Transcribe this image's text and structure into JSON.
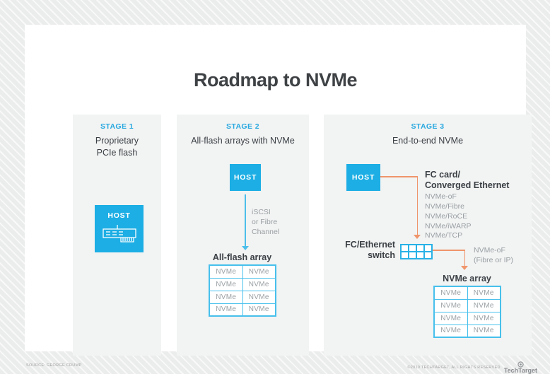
{
  "title": "Roadmap to NVMe",
  "accent_colors": {
    "blue": "#1caee4",
    "light_blue_border": "#47c0ec",
    "orange": "#f0956b"
  },
  "stage1": {
    "label": "STAGE 1",
    "caption": "Proprietary PCIe flash",
    "host_label": "HOST"
  },
  "stage2": {
    "label": "STAGE 2",
    "caption": "All-flash arrays with NVMe",
    "host_label": "HOST",
    "connection_lines": [
      "iSCSI",
      "or Fibre",
      "Channel"
    ],
    "array_title": "All-flash array",
    "table": [
      [
        "NVMe",
        "NVMe"
      ],
      [
        "NVMe",
        "NVMe"
      ],
      [
        "NVMe",
        "NVMe"
      ],
      [
        "NVMe",
        "NVMe"
      ]
    ]
  },
  "stage3": {
    "label": "STAGE 3",
    "caption": "End-to-end NVMe",
    "host_label": "HOST",
    "adapter_title_line1": "FC card/",
    "adapter_title_line2": "Converged Ethernet",
    "protocols": [
      "NVMe-oF",
      "NVMe/Fibre",
      "NVMe/RoCE",
      "NVMe/iWARP",
      "NVMe/TCP"
    ],
    "switch_label_line1": "FC/Ethernet",
    "switch_label_line2": "switch",
    "fabric_lines": [
      "NVMe-oF",
      "(Fibre or IP)"
    ],
    "array_title": "NVMe array",
    "table": [
      [
        "NVMe",
        "NVMe"
      ],
      [
        "NVMe",
        "NVMe"
      ],
      [
        "NVMe",
        "NVMe"
      ],
      [
        "NVMe",
        "NVMe"
      ]
    ]
  },
  "footer": {
    "source": "SOURCE: GEORGE CRUMP",
    "copyright": "©2019 TECHTARGET, ALL RIGHTS RESERVED",
    "brand": "TechTarget"
  }
}
